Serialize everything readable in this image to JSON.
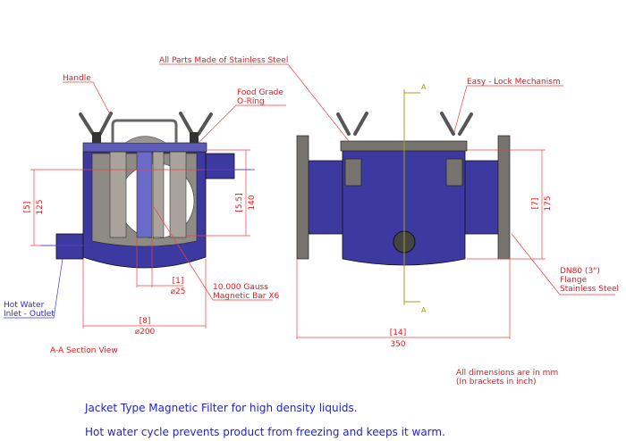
{
  "labels": {
    "handle": "Handle",
    "all_parts": "All Parts Made of Stainless Steel",
    "oring_1": "Food Grade",
    "oring_2": "O-Ring",
    "easy_lock": "Easy - Lock Mechanism",
    "section_a_top": "A",
    "section_a_bottom": "A",
    "magnet_1": "10.000 Gauss",
    "magnet_2": "Magnetic Bar X6",
    "hot_water_1": "Hot Water",
    "hot_water_2": "Inlet - Outlet",
    "flange_1": "DN80 (3\")",
    "flange_2": "Flange",
    "flange_3": "Stainless Steel",
    "section_view": "A-A Section View",
    "units_1": "All dimensions are in mm",
    "units_2": "(In brackets in inch)"
  },
  "dimensions": {
    "inlet_height": {
      "inch": "[5]",
      "mm": "125"
    },
    "bar_height": {
      "inch": "[5.5]",
      "mm": "140"
    },
    "body_height": {
      "inch": "[7]",
      "mm": "175"
    },
    "bar_diameter": {
      "inch": "[1]",
      "mm": "⌀25"
    },
    "body_diameter": {
      "inch": "[8]",
      "mm": "⌀200"
    },
    "total_length": {
      "inch": "[14]",
      "mm": "350"
    }
  },
  "caption": {
    "line1": "Jacket Type Magnetic Filter for high density liquids.",
    "line2": "Hot water cycle prevents product from freezing and keeps it warm."
  }
}
